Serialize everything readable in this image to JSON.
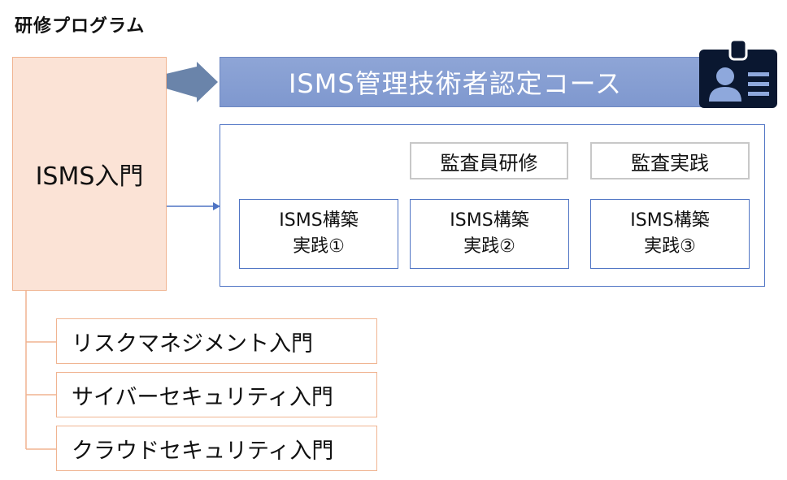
{
  "title": "研修プログラム",
  "intro": {
    "label": "ISMS入門"
  },
  "course": {
    "label": "ISMS管理技術者認定コース"
  },
  "grey_labels": [
    "監査員研修",
    "監査実践"
  ],
  "steps": [
    {
      "line1": "ISMS構築",
      "line2": "実践①"
    },
    {
      "line1": "ISMS構築",
      "line2": "実践②"
    },
    {
      "line1": "ISMS構築",
      "line2": "実践③"
    }
  ],
  "sub_courses": [
    "リスクマネジメント入門",
    "サイバーセキュリティ入門",
    "クラウドセキュリティ入門"
  ],
  "icons": {
    "badge": "id-badge-icon"
  },
  "colors": {
    "intro_fill": "#fbe3d6",
    "intro_border": "#f0b491",
    "course_fill": "#8ea5d6",
    "frame_border": "#4f74c4",
    "arrow": "#6a84aa",
    "badge": "#0a1730"
  }
}
